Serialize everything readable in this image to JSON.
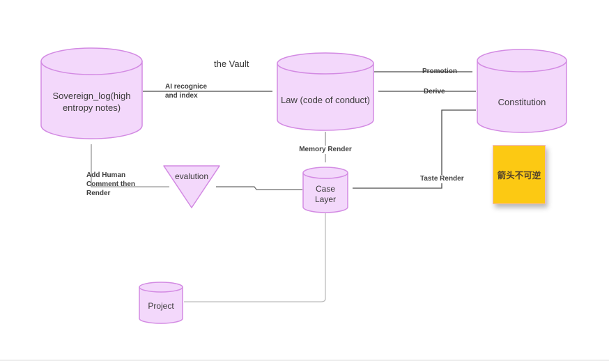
{
  "diagram": {
    "title": "the Vault",
    "nodes": {
      "sovereign_log": {
        "label": "Sovereign_log(high entropy notes)",
        "shape": "cylinder"
      },
      "law": {
        "label": "Law (code of conduct)",
        "shape": "cylinder"
      },
      "constitution": {
        "label": "Constitution",
        "shape": "cylinder"
      },
      "case_layer": {
        "label": "Case Layer",
        "shape": "cylinder"
      },
      "project": {
        "label": "Project",
        "shape": "cylinder"
      },
      "evalution": {
        "label": "evalution",
        "shape": "inverted-triangle"
      }
    },
    "edges": [
      {
        "from": "sovereign_log",
        "to": "law",
        "label": "AI recognice and index"
      },
      {
        "from": "law",
        "to": "constitution",
        "label": "Promotion"
      },
      {
        "from": "constitution",
        "to": "law",
        "label": "Derive"
      },
      {
        "from": "law",
        "to": "case_layer",
        "label": "Memory Render"
      },
      {
        "from": "constitution",
        "to": "case_layer",
        "label": "Taste Render"
      },
      {
        "from": "case_layer",
        "to": "evalution",
        "label": ""
      },
      {
        "from": "evalution",
        "to": "sovereign_log",
        "label": "Add Human Comment then Render"
      },
      {
        "from": "case_layer",
        "to": "project",
        "label": ""
      }
    ],
    "sticky_note": {
      "text": "箭头不可逆",
      "bg": "#fcc913",
      "border": "#f0b7c6"
    },
    "colors": {
      "node_fill": "#f3d8fb",
      "node_stroke": "#d38ae3",
      "arrow": "#4a4a4a",
      "label_text": "#3f3f3f"
    }
  }
}
